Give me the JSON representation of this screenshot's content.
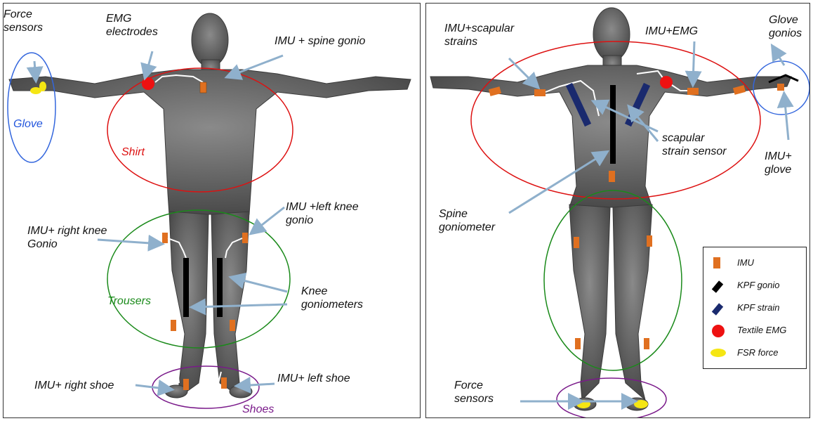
{
  "front": {
    "labels": {
      "force_sensors": [
        "Force",
        "sensors"
      ],
      "emg_electrodes": [
        "EMG",
        "electrodes"
      ],
      "imu_spine_gonio": "IMU + spine gonio",
      "glove": "Glove",
      "shirt": "Shirt",
      "imu_left_knee": [
        "IMU +left knee",
        "gonio"
      ],
      "imu_right_knee": [
        "IMU+ right knee",
        "Gonio"
      ],
      "trousers": "Trousers",
      "knee_goniometers": [
        "Knee",
        "goniometers"
      ],
      "imu_right_shoe": "IMU+ right shoe",
      "imu_left_shoe": "IMU+ left shoe",
      "shoes": "Shoes"
    }
  },
  "back": {
    "labels": {
      "imu_scapular_strains": [
        "IMU+scapular",
        "strains"
      ],
      "imu_emg": "IMU+EMG",
      "glove_gonios": [
        "Glove",
        "gonios"
      ],
      "scapular_strain_sensor": [
        "scapular",
        "strain sensor"
      ],
      "imu_glove": [
        "IMU+",
        "glove"
      ],
      "spine_goniometer": [
        "Spine",
        "goniometer"
      ],
      "force_sensors": [
        "Force",
        "sensors"
      ]
    },
    "legend": [
      {
        "label": "IMU",
        "symbol": "imu-rect",
        "color": "#e07020"
      },
      {
        "label": "KPF gonio",
        "symbol": "black-bar",
        "color": "#000000"
      },
      {
        "label": "KPF strain",
        "symbol": "navy-bar",
        "color": "#1a2a6e"
      },
      {
        "label": "Textile EMG",
        "symbol": "red-dot",
        "color": "#ee1111"
      },
      {
        "label": "FSR force",
        "symbol": "yellow-ellipse",
        "color": "#f5e613"
      }
    ]
  }
}
